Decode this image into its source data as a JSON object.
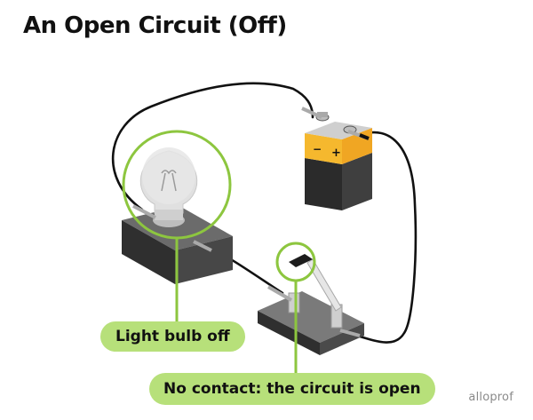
{
  "title": "An Open Circuit (Off)",
  "labels": {
    "bulb": "Light bulb off",
    "switch": "No contact: the circuit is open"
  },
  "battery": {
    "positive_symbol": "+",
    "negative_symbol": "−"
  },
  "brand": "alloprof",
  "colors": {
    "highlight_green": "#8dc63f",
    "label_green": "#b7e07a",
    "battery_yellow": "#f5b82e",
    "wire": "#111111",
    "base_dark": "#3b3b3b"
  }
}
